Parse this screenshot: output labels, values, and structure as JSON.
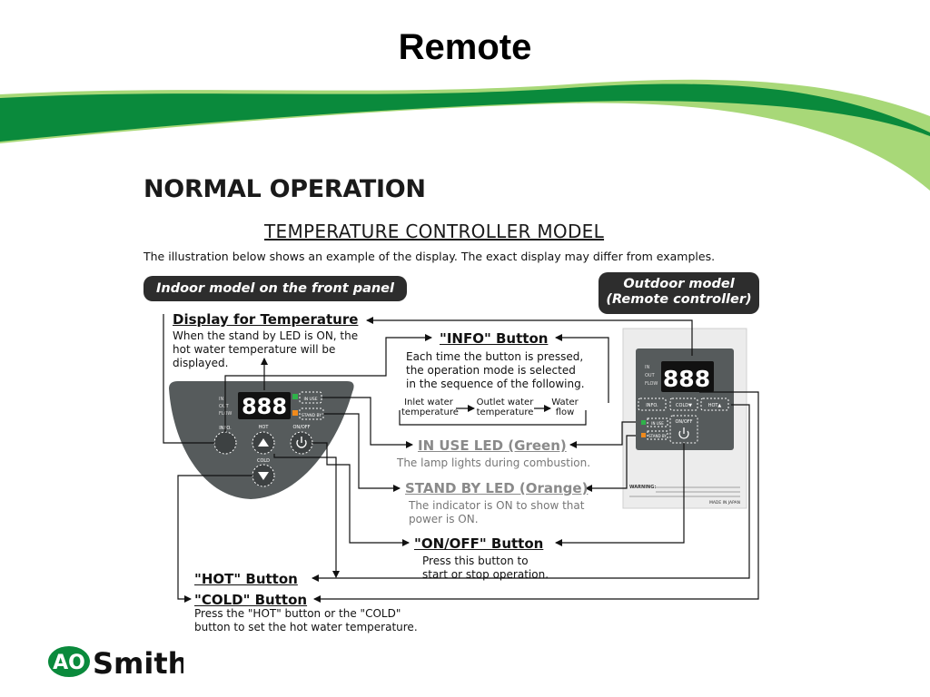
{
  "slide": {
    "title": "Remote"
  },
  "manual": {
    "heading": "NORMAL OPERATION",
    "subheading": "TEMPERATURE CONTROLLER MODEL",
    "intro": "The illustration below shows an example of the display. The exact display may differ from examples.",
    "indoor_pill": "Indoor model on the front panel",
    "outdoor_pill_line1": "Outdoor model",
    "outdoor_pill_line2": "(Remote controller)"
  },
  "labels": {
    "display": {
      "title": "Display for Temperature",
      "desc": [
        "When the stand by LED is ON, the",
        "hot water temperature will be",
        "displayed."
      ]
    },
    "info": {
      "title": "\"INFO\" Button",
      "desc": [
        "Each time the button is pressed,",
        "the operation mode is selected",
        "in the sequence of the following."
      ]
    },
    "sequence": [
      "Inlet water temperature",
      "Outlet water temperature",
      "Water flow"
    ],
    "in_use": {
      "title": "IN USE LED (Green)",
      "desc": "The lamp lights during combustion."
    },
    "standby": {
      "title": "STAND BY LED (Orange)",
      "desc": [
        "The indicator is ON to show that",
        "power is ON."
      ]
    },
    "onoff": {
      "title": "\"ON/OFF\" Button",
      "desc": [
        "Press this button to",
        "start or stop operation."
      ]
    },
    "hot": {
      "title": "\"HOT\" Button"
    },
    "cold": {
      "title": "\"COLD\" Button",
      "desc": [
        "Press the \"HOT\" button or the \"COLD\"",
        "button to set the hot water temperature."
      ]
    }
  },
  "panel": {
    "display_value": "888",
    "rows": [
      "IN",
      "OUT",
      "FLOW"
    ],
    "led_in_use": "IN USE",
    "led_standby": "STAND BY",
    "btn_info": "INFO.",
    "btn_hot": "HOT",
    "btn_onoff": "ON/OFF",
    "btn_cold": "COLD",
    "outdoor_warning_title": "WARNING:",
    "outdoor_made_in": "MADE IN JAPAN",
    "btn_cold_outdoor": "COLD▼",
    "btn_hot_outdoor": "HOT▲"
  },
  "brand": {
    "logo_initials": "AO",
    "logo_name": "Smith"
  },
  "colors": {
    "wave_dark": "#0a8a3c",
    "wave_light": "#a8d878",
    "panel": "#565b5c",
    "led_green": "#2fb24a",
    "led_orange": "#f08a1c"
  }
}
